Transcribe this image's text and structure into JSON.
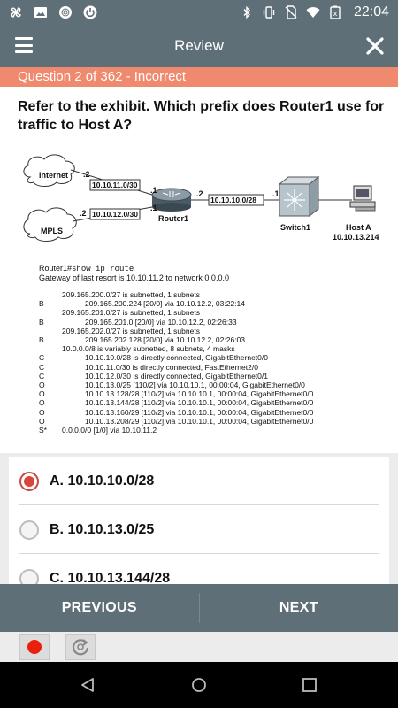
{
  "status_bar": {
    "time": "22:04",
    "left_icons": [
      "pinwheel-icon",
      "image-icon",
      "circle-app-icon",
      "power-icon"
    ],
    "right_icons": [
      "bluetooth-icon",
      "vibrate-icon",
      "no-sim-icon",
      "wifi-icon",
      "battery-icon"
    ]
  },
  "app_bar": {
    "title": "Review"
  },
  "question": {
    "banner": "Question 2 of 362 - Incorrect",
    "text": "Refer to the exhibit. Which prefix does Router1 use for traffic to Host A?"
  },
  "exhibit": {
    "diagram": {
      "internet_label": "Internet",
      "mpls_label": "MPLS",
      "router_label": "Router1",
      "switch_label": "Switch1",
      "host_label": "Host A",
      "host_ip": "10.10.13.214",
      "link_internet": "10.10.11.0/30",
      "link_mpls": "10.10.12.0/30",
      "link_lan": "10.10.10.0/28",
      "dot2_a": ".2",
      "dot2_b": ".2",
      "dot1_a": ".1",
      "dot1_b": ".1",
      "dot2_c": ".2",
      "dot1_c": ".1"
    },
    "cli_prompt": "Router1#",
    "cli_command": "show ip route",
    "gateway_line": "Gateway of last resort is 10.10.11.2 to network 0.0.0.0",
    "routes": [
      {
        "code": "",
        "text": "209.165.200.0/27 is subnetted, 1 subnets",
        "indent": 1
      },
      {
        "code": "B",
        "text": "209.165.200.224 [20/0] via 10.10.12.2, 03:22:14",
        "indent": 2
      },
      {
        "code": "",
        "text": "209.165.201.0/27 is subnetted, 1 subnets",
        "indent": 1
      },
      {
        "code": "B",
        "text": "209.165.201.0 [20/0] via 10.10.12.2, 02:26:33",
        "indent": 2
      },
      {
        "code": "",
        "text": "209.165.202.0/27 is subnetted, 1 subnets",
        "indent": 1
      },
      {
        "code": "B",
        "text": "209.165.202.128 [20/0] via 10.10.12.2, 02:26:03",
        "indent": 2
      },
      {
        "code": "",
        "text": "10.0.0.0/8 is variably subnetted, 8 subnets, 4 masks",
        "indent": 1
      },
      {
        "code": "C",
        "text": "10.10.10.0/28 is directly connected, GigabitEthernet0/0",
        "indent": 2
      },
      {
        "code": "C",
        "text": "10.10.11.0/30 is directly connected, FastEthernet2/0",
        "indent": 2
      },
      {
        "code": "C",
        "text": "10.10.12.0/30 is directly connected, GigabitEthernet0/1",
        "indent": 2
      },
      {
        "code": "O",
        "text": "10.10.13.0/25 [110/2] via 10.10.10.1, 00:00:04, GigabitEthernet0/0",
        "indent": 2
      },
      {
        "code": "O",
        "text": "10.10.13.128/28 [110/2] via 10.10.10.1, 00:00:04, GigabitEthernet0/0",
        "indent": 2
      },
      {
        "code": "O",
        "text": "10.10.13.144/28 [110/2] via 10.10.10.1, 00:00:04, GigabitEthernet0/0",
        "indent": 2
      },
      {
        "code": "O",
        "text": "10.10.13.160/29 [110/2] via 10.10.10.1, 00:00:04, GigabitEthernet0/0",
        "indent": 2
      },
      {
        "code": "O",
        "text": "10.10.13.208/29 [110/2] via 10.10.10.1, 00:00:04, GigabitEthernet0/0",
        "indent": 2
      },
      {
        "code": "S*",
        "text": "0.0.0.0/0 [1/0] via 10.10.11.2",
        "indent": 1
      }
    ]
  },
  "answers": [
    {
      "label": "A. 10.10.10.0/28",
      "selected": true
    },
    {
      "label": "B. 10.10.13.0/25",
      "selected": false
    },
    {
      "label": "C. 10.10.13.144/28",
      "selected": false
    }
  ],
  "nav": {
    "previous": "PREVIOUS",
    "next": "NEXT"
  },
  "tools": {
    "record_icon": "record-icon",
    "refresh_icon": "refresh-icon"
  },
  "colors": {
    "bar": "#5f6f78",
    "banner": "#f08a6e",
    "selected_radio": "#d9453a",
    "record": "#e8200c"
  }
}
